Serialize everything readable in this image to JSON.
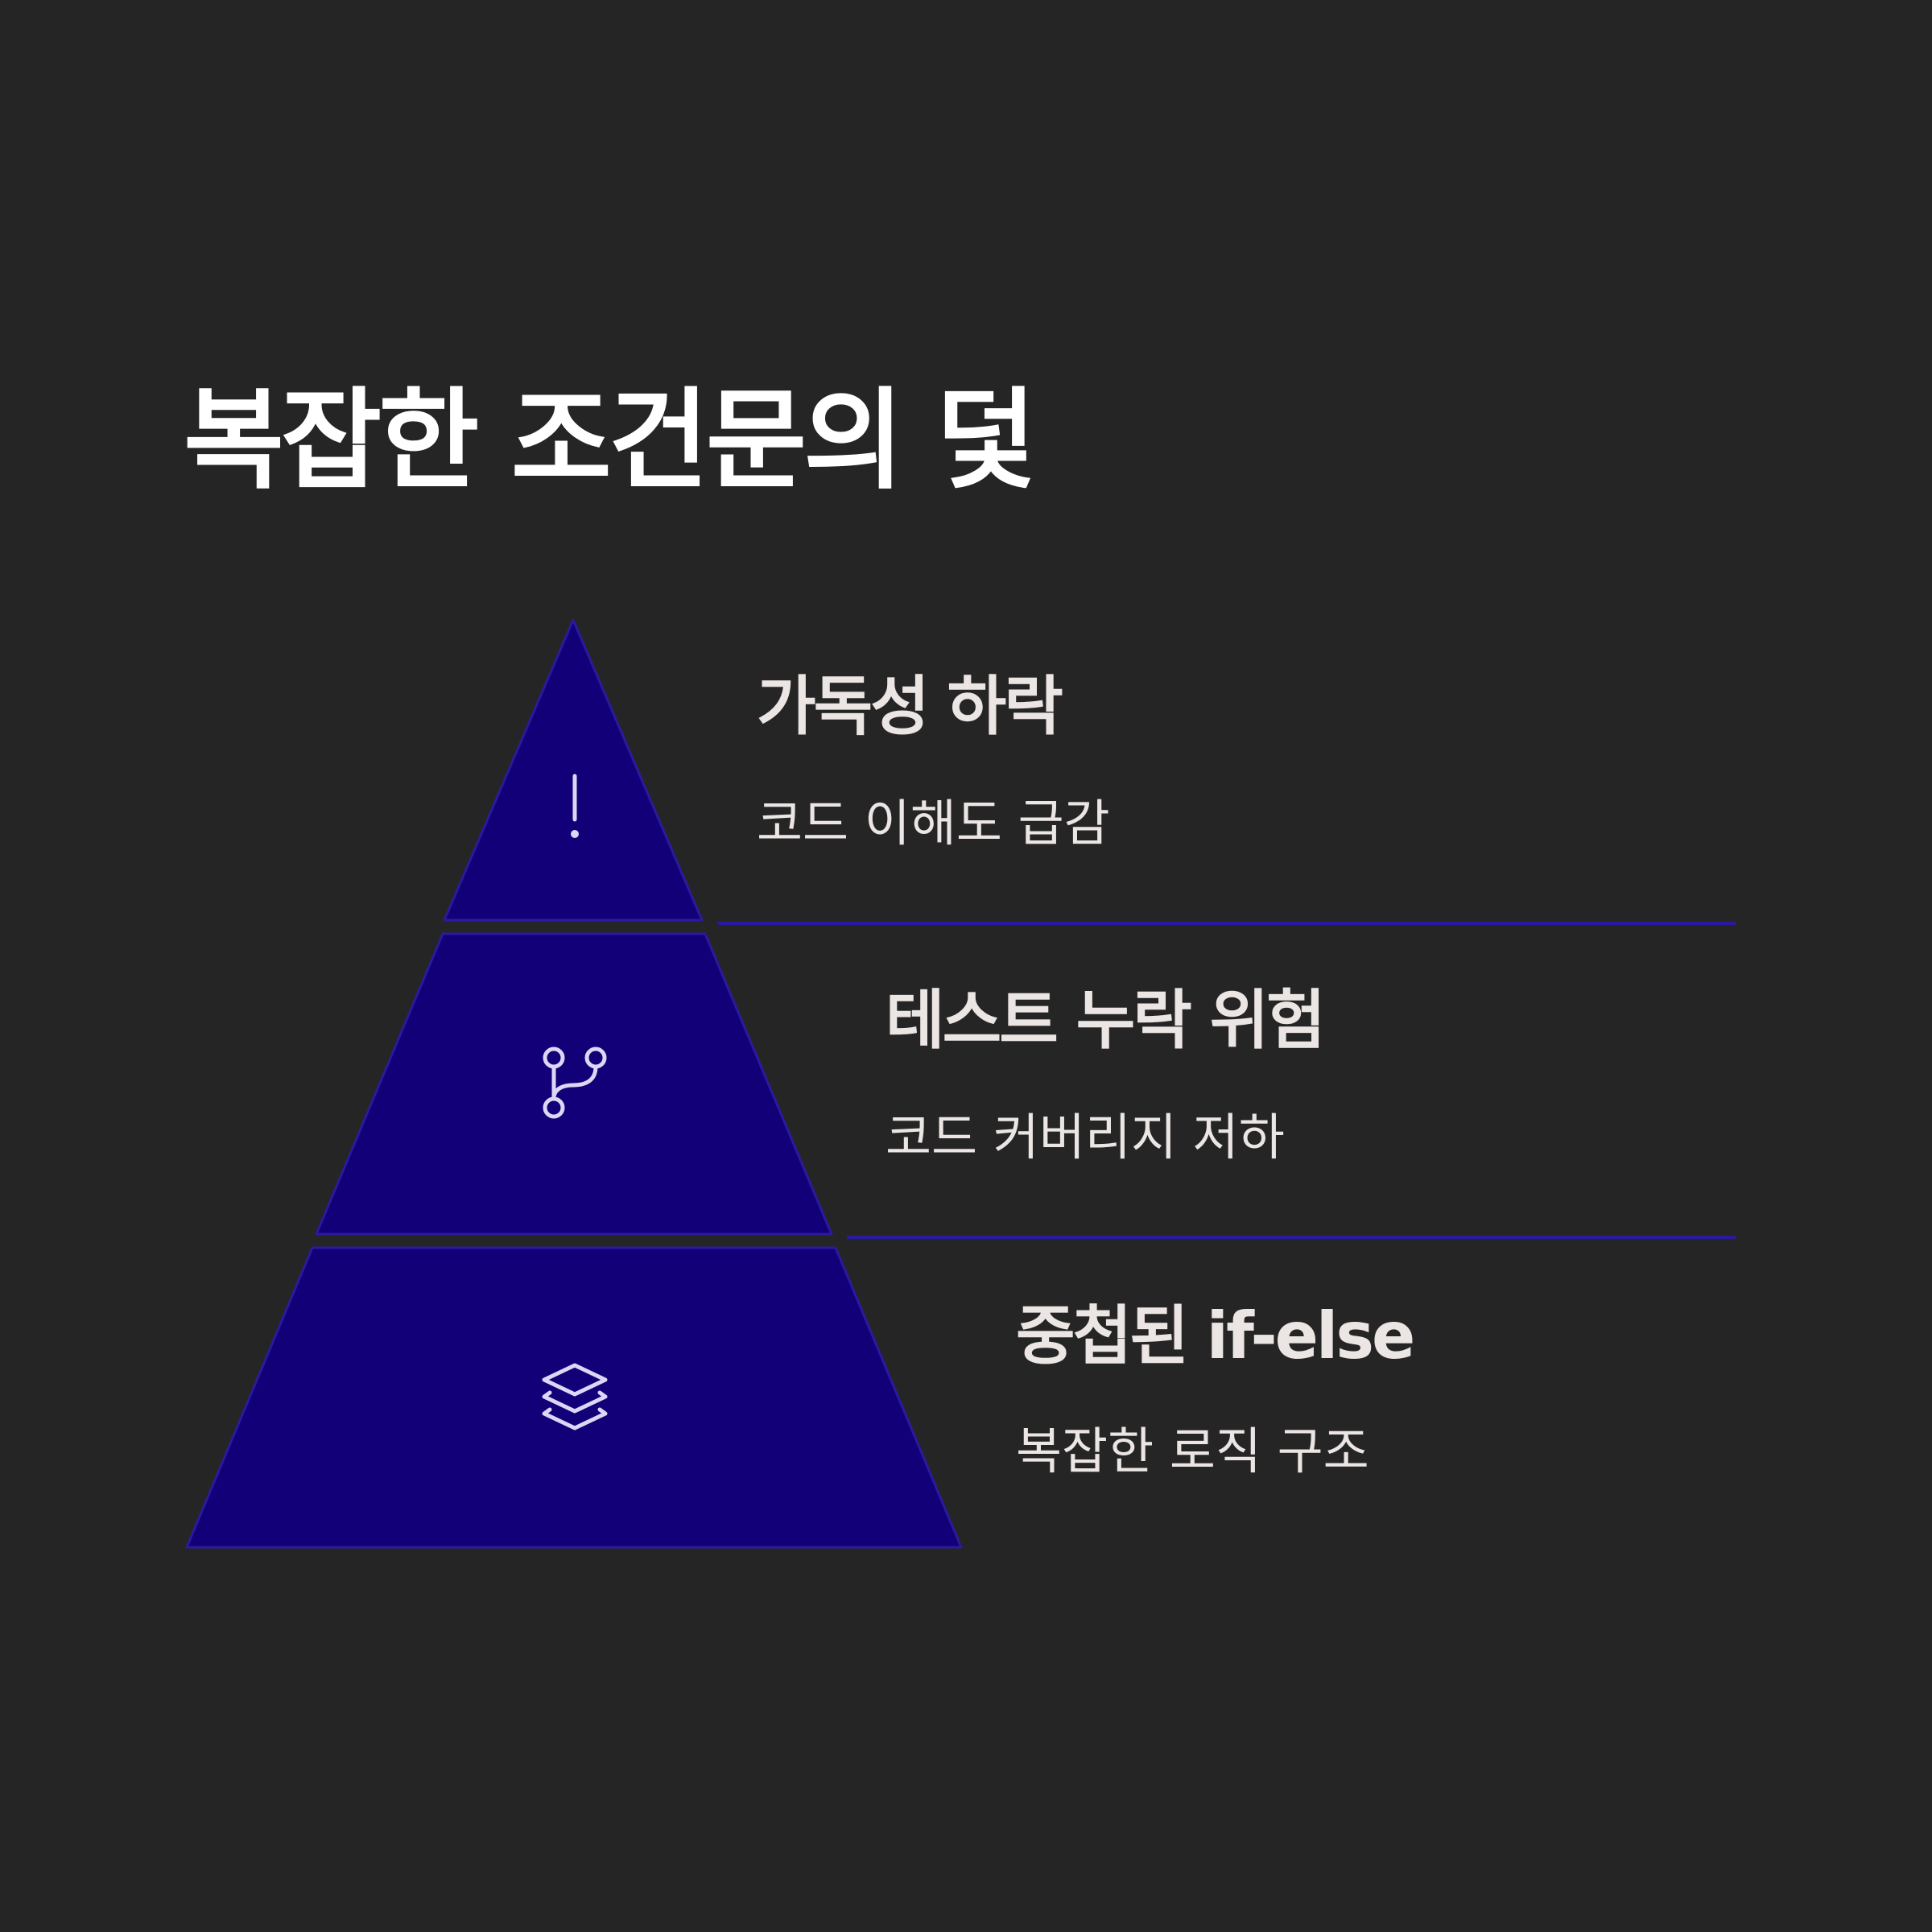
{
  "title": "복잡한 조건문의 덫",
  "levels": [
    {
      "heading": "가독성 하락",
      "description": "코드 이해도 급감",
      "icon": "exclamation-icon"
    },
    {
      "heading": "테스트 누락 위험",
      "description": "코드 커버리지 저하",
      "icon": "git-branch-icon"
    },
    {
      "heading": "중첩된 if-else",
      "description": "복잡한 로직 구조",
      "icon": "layers-icon"
    }
  ],
  "colors": {
    "background": "#262526",
    "tier_fill": "#120078",
    "tier_stroke": "#2a1a9e",
    "divider": "#2a1a9e",
    "heading_text": "#ebe5e3",
    "title_text": "#ffffff",
    "icon_stroke": "#ddd6f5"
  }
}
